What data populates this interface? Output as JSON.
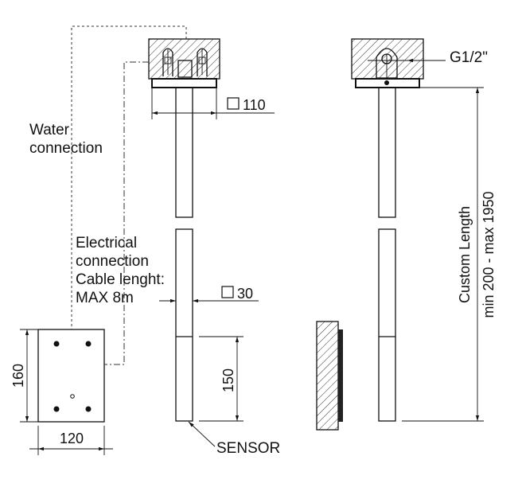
{
  "labels": {
    "water_line1": "Water",
    "water_line2": "connection",
    "elec_line1": "Electrical",
    "elec_line2": "connection",
    "elec_line3": "Cable lenght:",
    "elec_line4": "MAX 8m",
    "sensor": "SENSOR",
    "thread": "G1/2\"",
    "custom_length": "Custom Length",
    "length_range": "min 200 - max 1950"
  },
  "dimensions": {
    "square_top": "110",
    "square_bottom": "30",
    "height_150": "150",
    "box_height": "160",
    "box_width": "120"
  },
  "symbols": {
    "square": "□"
  }
}
